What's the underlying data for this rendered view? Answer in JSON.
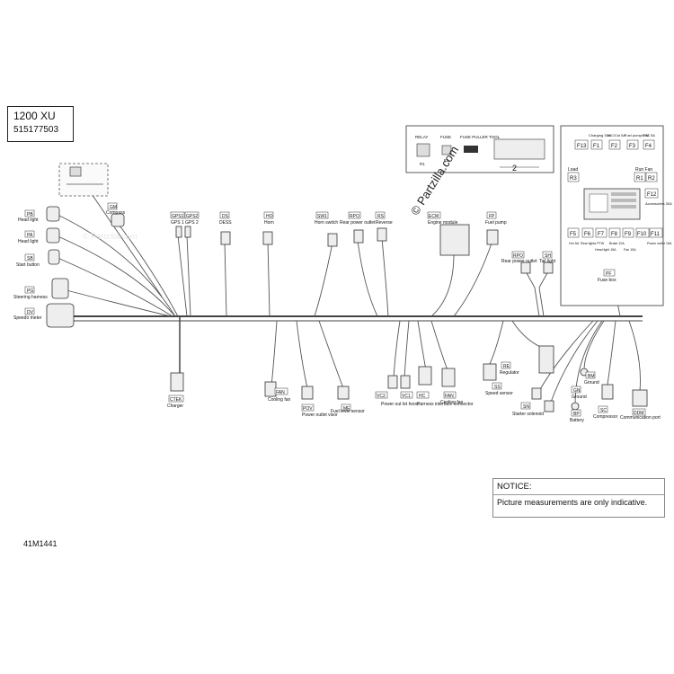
{
  "model": {
    "name": "1200 XU",
    "part_number": "515177503"
  },
  "document_code": "41M1441",
  "notice": {
    "title": "NOTICE:",
    "body": "Picture measurements are only indicative."
  },
  "watermark": "© Partzilla.com",
  "watermark_faint": "© Partzilla.com",
  "fuse_pack": {
    "callout": "2",
    "labels": [
      "RELAY",
      "FUSE",
      "FUSE PULLER TOOL"
    ],
    "codes": [
      "R1",
      "F1"
    ]
  },
  "connectors": [
    {
      "code": "PB",
      "name": "Head light"
    },
    {
      "code": "PA",
      "name": "Head light"
    },
    {
      "code": "SB",
      "name": "Start button"
    },
    {
      "code": "PG",
      "name": "Steering harness"
    },
    {
      "code": "DV",
      "name": "Speedo meter"
    },
    {
      "code": "GM",
      "name": "Compass"
    },
    {
      "code": "GPS1",
      "name": "GPS 1"
    },
    {
      "code": "GPS2",
      "name": "GPS 2"
    },
    {
      "code": "DS",
      "name": "DESS"
    },
    {
      "code": "HO",
      "name": "Horn"
    },
    {
      "code": "SW1",
      "name": "Horn switch"
    },
    {
      "code": "RPO",
      "name": "Rear power outlet"
    },
    {
      "code": "RS",
      "name": "Reverse"
    },
    {
      "code": "ECM",
      "name": "Engine module"
    },
    {
      "code": "FP",
      "name": "Fuel pump"
    },
    {
      "code": "RPO",
      "name": "Rear power outlet"
    },
    {
      "code": "SH",
      "name": "Tail light"
    },
    {
      "code": "CTEK",
      "name": "Charger"
    },
    {
      "code": "FAN",
      "name": "Cooling fan"
    },
    {
      "code": "POV",
      "name": "Power outlet visor"
    },
    {
      "code": "MF",
      "name": "Fuel level sensor"
    },
    {
      "code": "VC2",
      "name": "Power out let hood"
    },
    {
      "code": "VC1",
      "name": ""
    },
    {
      "code": "HC",
      "name": "Harness interface connector"
    },
    {
      "code": "FAN",
      "name": "Cooling fan"
    },
    {
      "code": "RE",
      "name": "Regulator"
    },
    {
      "code": "SS",
      "name": "Speed sensor"
    },
    {
      "code": "SN",
      "name": "Starter solenoid"
    },
    {
      "code": "BM",
      "name": "Ground"
    },
    {
      "code": "GN",
      "name": "Ground"
    },
    {
      "code": "BP",
      "name": "Battery"
    },
    {
      "code": "SC",
      "name": "Compressor"
    },
    {
      "code": "DDM",
      "name": "Communication port"
    }
  ],
  "fuse_box": {
    "code": "PF",
    "name": "Fuse box",
    "relay_left": {
      "code": "R3",
      "label": "Load"
    },
    "relay_right": {
      "codes": [
        "R1",
        "R2"
      ],
      "label": "Run Fan"
    },
    "top_fuses": [
      {
        "code": "F13",
        "label": ""
      },
      {
        "code": "F1",
        "label": "Charging 30A"
      },
      {
        "code": "F2",
        "label": "HIC/Cst 5A"
      },
      {
        "code": "F3",
        "label": "Fuel pump/ISM"
      },
      {
        "code": "F4",
        "label": "HIC 5A"
      }
    ],
    "side_fuse": {
      "code": "F12",
      "label": "Accessories 30A"
    },
    "bottom_fuses": [
      {
        "code": "F5",
        "label": "Hrn 5A"
      },
      {
        "code": "F6",
        "label": "Rear lights PTW"
      },
      {
        "code": "F7",
        "label": "Head light 15A"
      },
      {
        "code": "F8",
        "label": "Brake 10A"
      },
      {
        "code": "F9",
        "label": "Fan 15A"
      },
      {
        "code": "F10",
        "label": ""
      },
      {
        "code": "F11",
        "label": "Power outlet 15A"
      }
    ]
  }
}
